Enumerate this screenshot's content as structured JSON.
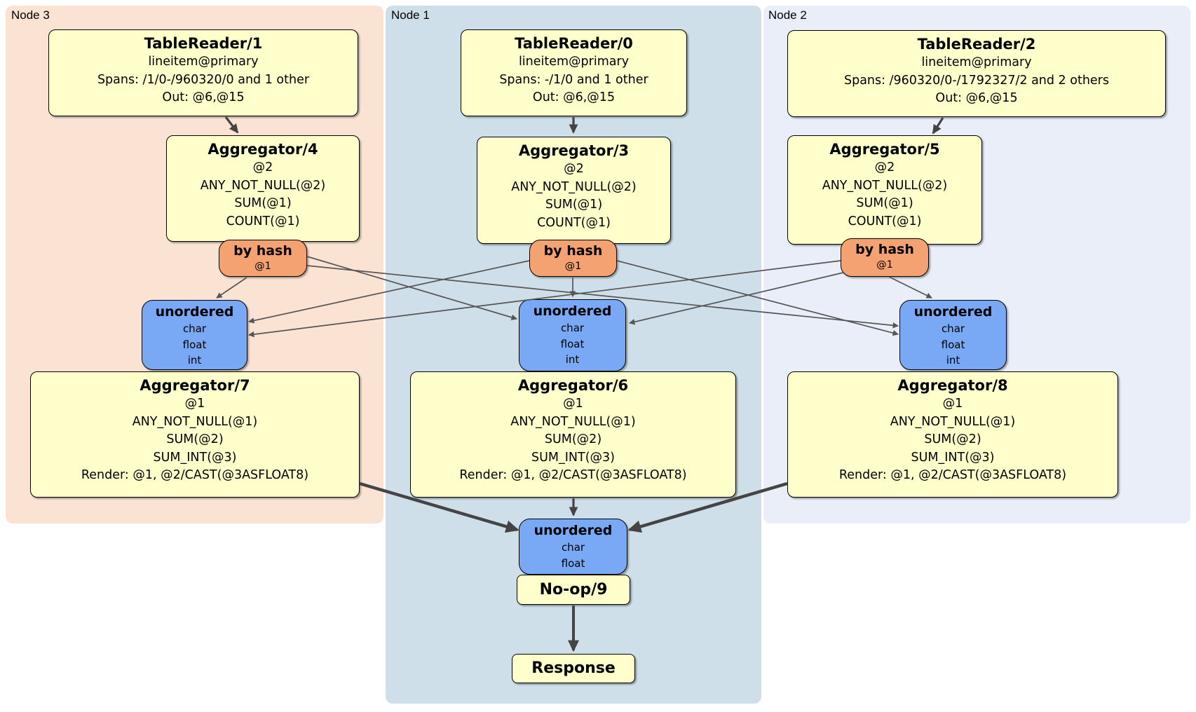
{
  "diagram": {
    "groups": [
      {
        "id": "node3",
        "label": "Node 3"
      },
      {
        "id": "node1",
        "label": "Node 1"
      },
      {
        "id": "node2",
        "label": "Node 2"
      }
    ]
  },
  "processors": {
    "tr1": {
      "title": "TableReader/1",
      "lines": [
        "lineitem@primary",
        "Spans: /1/0-/960320/0 and 1 other",
        "Out: @6,@15"
      ]
    },
    "tr0": {
      "title": "TableReader/0",
      "lines": [
        "lineitem@primary",
        "Spans: -/1/0 and 1 other",
        "Out: @6,@15"
      ]
    },
    "tr2": {
      "title": "TableReader/2",
      "lines": [
        "lineitem@primary",
        "Spans: /960320/0-/1792327/2 and 2 others",
        "Out: @6,@15"
      ]
    },
    "agg4": {
      "title": "Aggregator/4",
      "lines": [
        "@2",
        "ANY_NOT_NULL(@2)",
        "SUM(@1)",
        "COUNT(@1)"
      ]
    },
    "agg3": {
      "title": "Aggregator/3",
      "lines": [
        "@2",
        "ANY_NOT_NULL(@2)",
        "SUM(@1)",
        "COUNT(@1)"
      ]
    },
    "agg5": {
      "title": "Aggregator/5",
      "lines": [
        "@2",
        "ANY_NOT_NULL(@2)",
        "SUM(@1)",
        "COUNT(@1)"
      ]
    },
    "agg7": {
      "title": "Aggregator/7",
      "lines": [
        "@1",
        "ANY_NOT_NULL(@1)",
        "SUM(@2)",
        "SUM_INT(@3)",
        "Render: @1, @2/CAST(@3ASFLOAT8)"
      ]
    },
    "agg6": {
      "title": "Aggregator/6",
      "lines": [
        "@1",
        "ANY_NOT_NULL(@1)",
        "SUM(@2)",
        "SUM_INT(@3)",
        "Render: @1, @2/CAST(@3ASFLOAT8)"
      ]
    },
    "agg8": {
      "title": "Aggregator/8",
      "lines": [
        "@1",
        "ANY_NOT_NULL(@1)",
        "SUM(@2)",
        "SUM_INT(@3)",
        "Render: @1, @2/CAST(@3ASFLOAT8)"
      ]
    },
    "noop": {
      "title": "No-op/9"
    },
    "response": {
      "title": "Response"
    }
  },
  "routers": {
    "hash_left": {
      "title": "by hash",
      "sub": "@1"
    },
    "hash_mid": {
      "title": "by hash",
      "sub": "@1"
    },
    "hash_right": {
      "title": "by hash",
      "sub": "@1"
    }
  },
  "streams": {
    "unordered_left": {
      "title": "unordered",
      "lines": [
        "char",
        "float",
        "int"
      ]
    },
    "unordered_mid": {
      "title": "unordered",
      "lines": [
        "char",
        "float",
        "int"
      ]
    },
    "unordered_right": {
      "title": "unordered",
      "lines": [
        "char",
        "float",
        "int"
      ]
    },
    "unordered_final": {
      "title": "unordered",
      "lines": [
        "char",
        "float"
      ]
    }
  },
  "colors": {
    "node3_bg": "#fbe3d4",
    "node1_bg": "#cfdfe9",
    "node2_bg": "#e9eef8",
    "processor_fill": "#ffffcc",
    "router_fill": "#f4a271",
    "stream_fill": "#79a8f5",
    "edge": "#444444",
    "thin_edge": "#555555"
  }
}
